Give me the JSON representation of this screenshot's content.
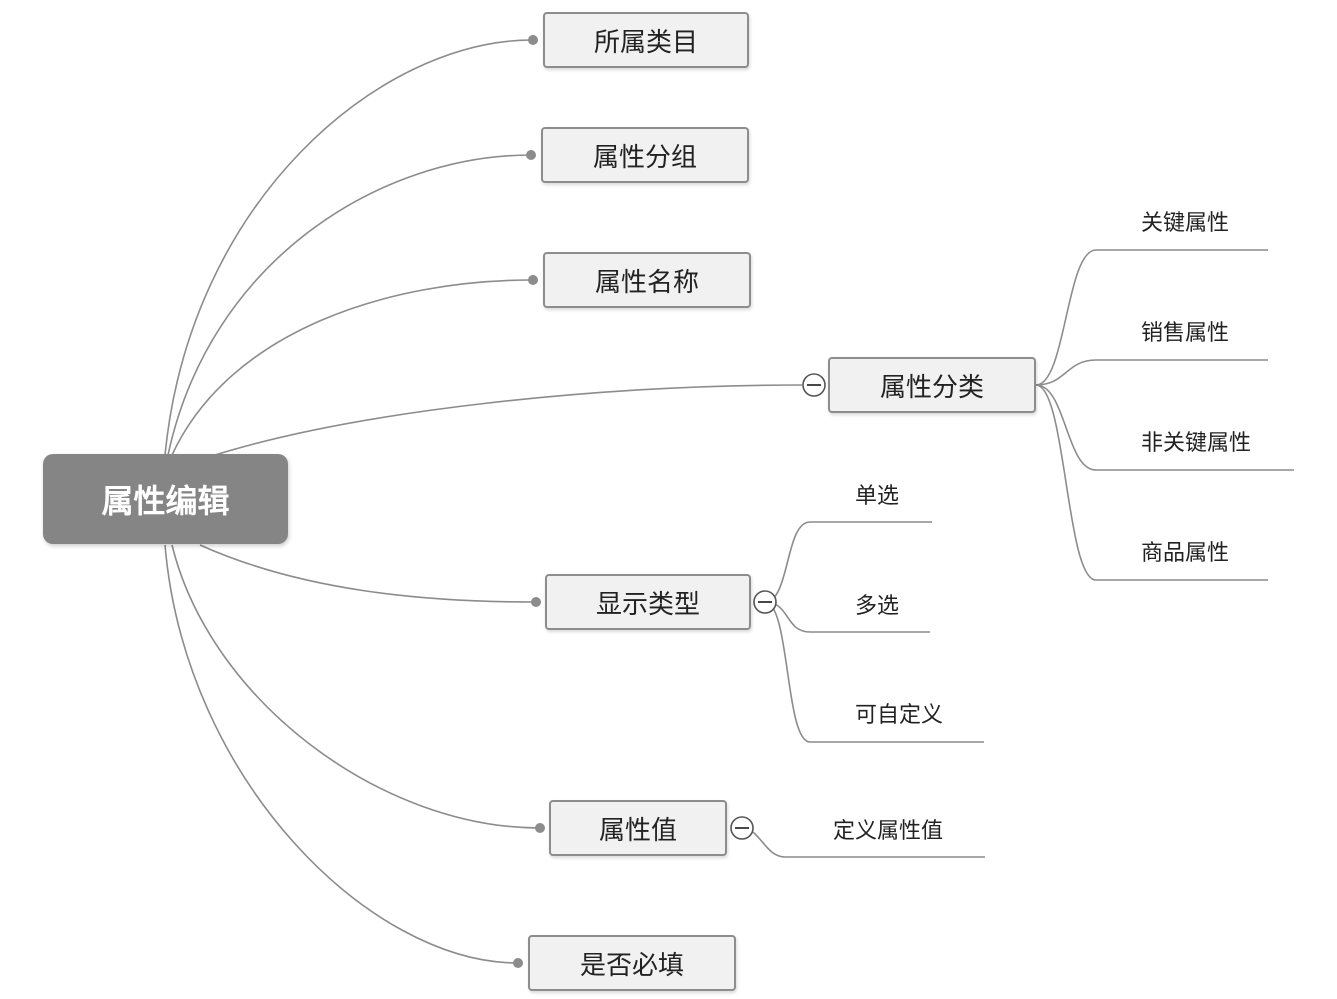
{
  "root": {
    "label": "属性编辑"
  },
  "branches": {
    "category": {
      "label": "所属类目"
    },
    "group": {
      "label": "属性分组"
    },
    "name": {
      "label": "属性名称"
    },
    "classification": {
      "label": "属性分类",
      "children": [
        "关键属性",
        "销售属性",
        "非关键属性",
        "商品属性"
      ]
    },
    "display_type": {
      "label": "显示类型",
      "children": [
        "单选",
        "多选",
        "可自定义"
      ]
    },
    "value": {
      "label": "属性值",
      "children": [
        "定义属性值"
      ]
    },
    "required": {
      "label": "是否必填"
    }
  },
  "colors": {
    "line": "#8c8c8c",
    "root_fill": "#858585",
    "node_fill": "#f1f1f1"
  }
}
